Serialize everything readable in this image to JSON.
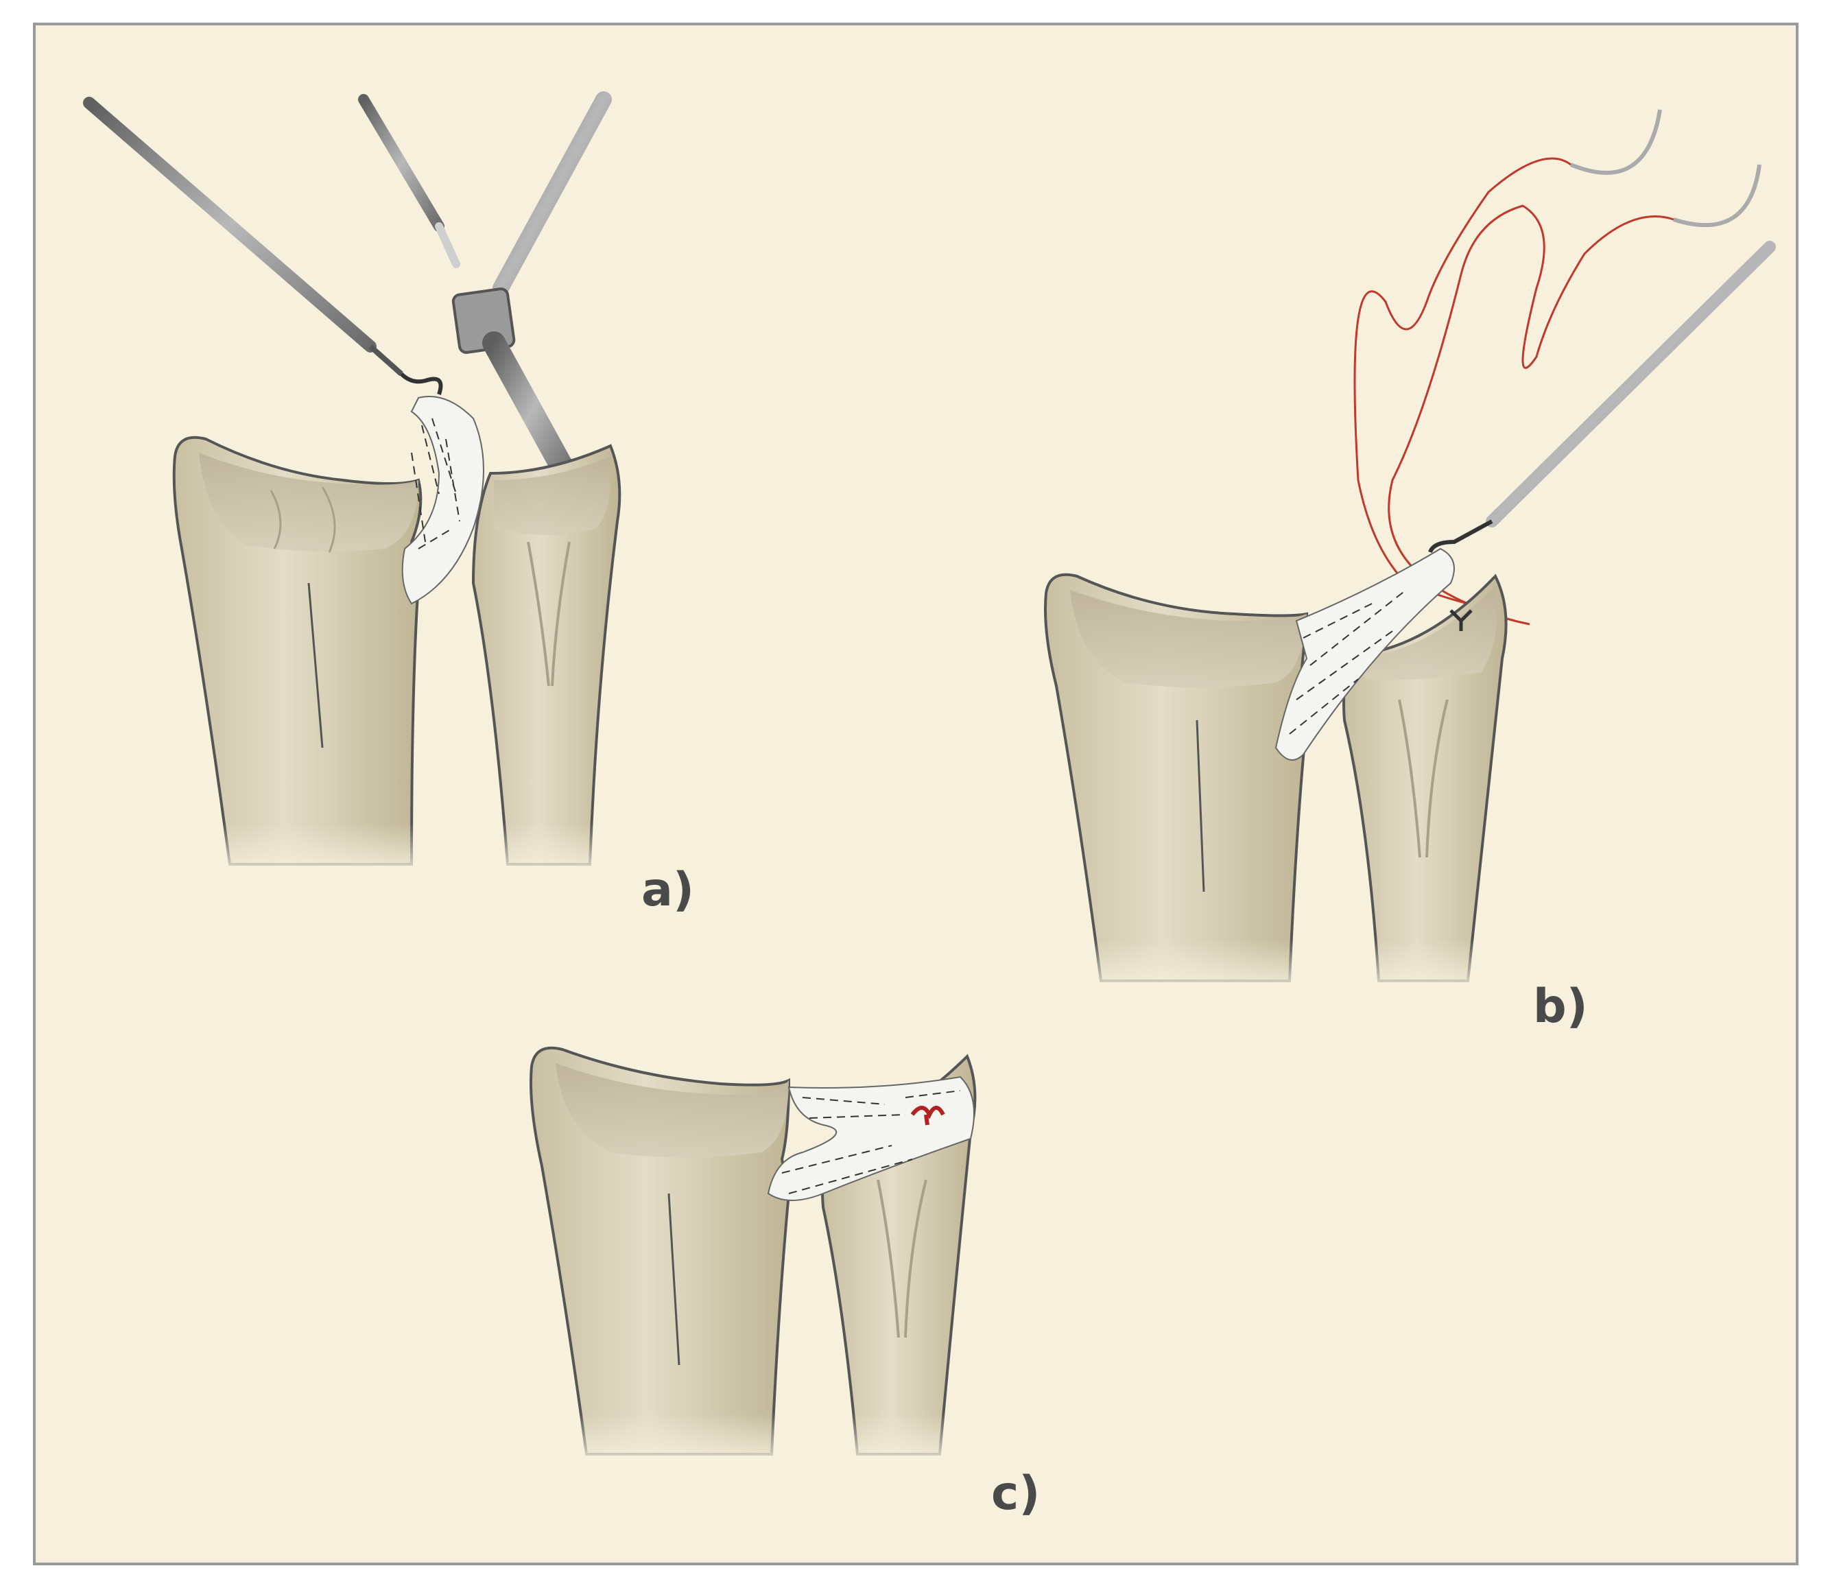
{
  "figure": {
    "background_color": "#f7f0dd",
    "border_color": "#9a9a9a",
    "bone_color": "#d9d1b8",
    "bone_outline_color": "#555555",
    "ligament_color": "#f4f4f0",
    "suture_color": "#c0392b",
    "instrument_color": "#8a8a8a"
  },
  "panels": [
    {
      "id": "a",
      "label": "a)"
    },
    {
      "id": "b",
      "label": "b)"
    },
    {
      "id": "c",
      "label": "c)"
    }
  ]
}
